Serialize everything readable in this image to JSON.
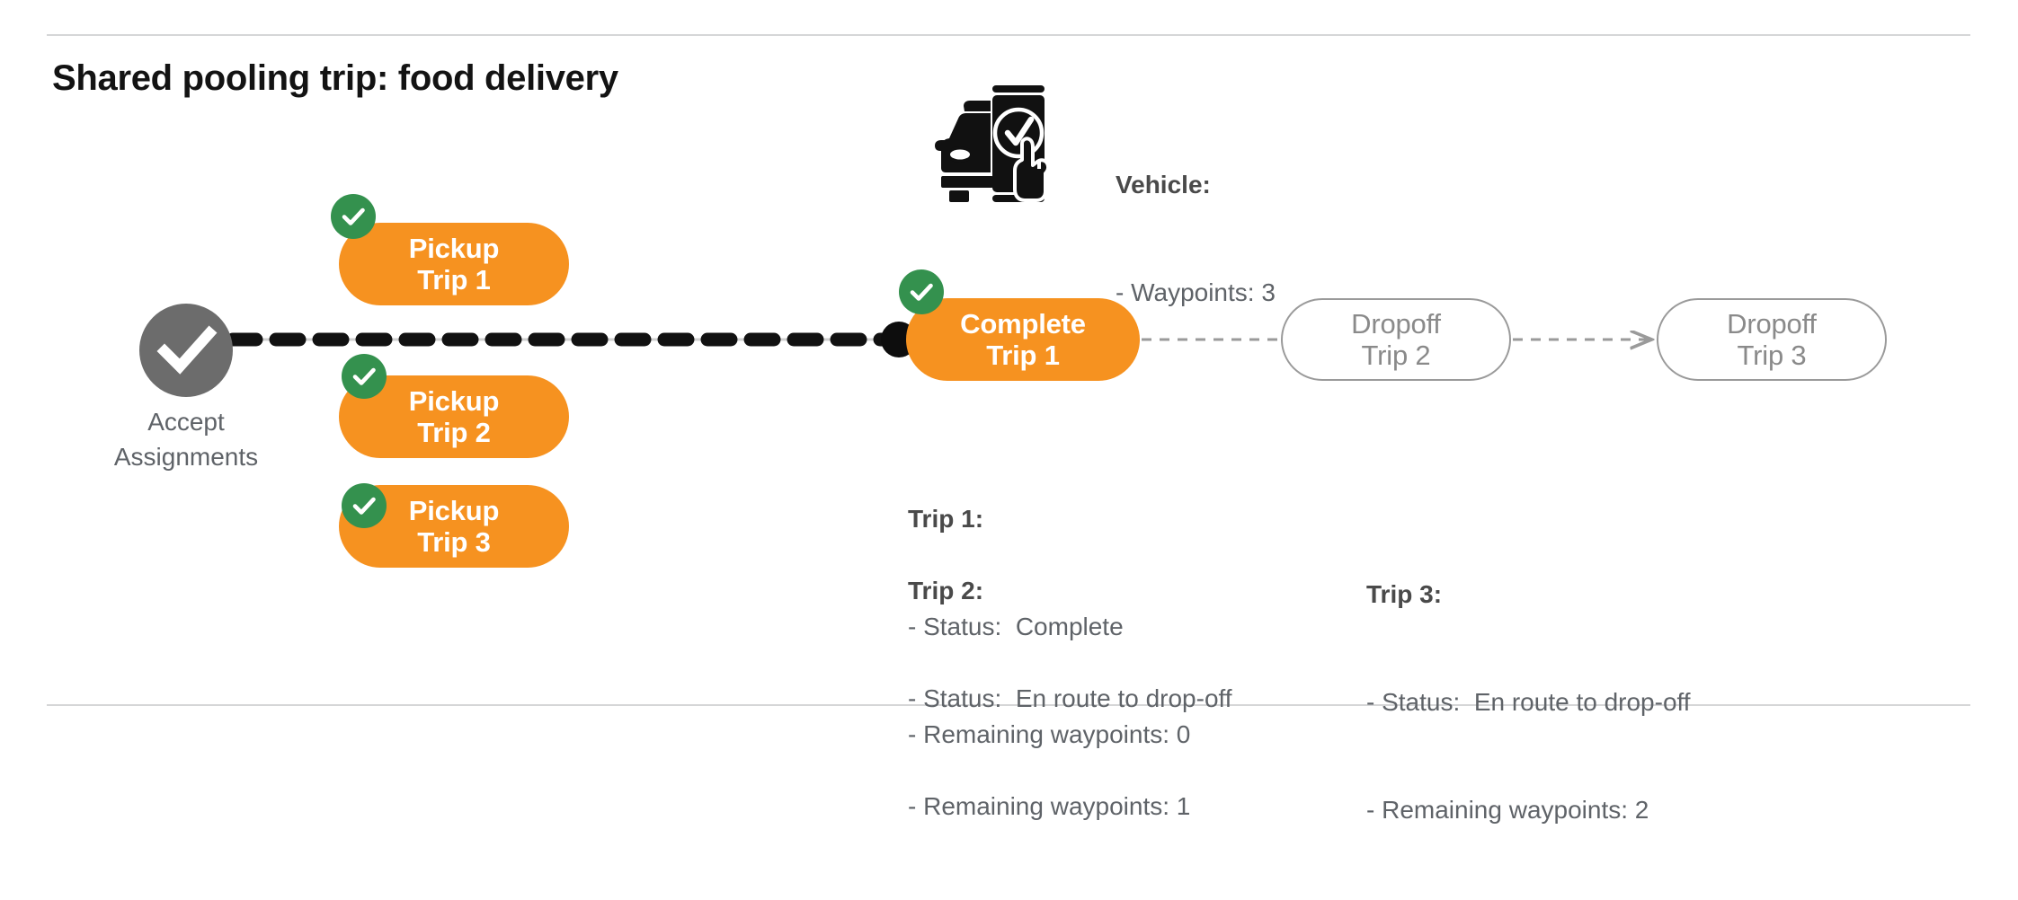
{
  "page": {
    "title": "Shared pooling trip: food delivery",
    "background": "#ffffff",
    "accent_orange": "#F69220",
    "accent_green": "#34914E",
    "node_gray": "#6c6c6c",
    "text_gray": "#5f6368",
    "outline_gray": "#9a9a9a"
  },
  "start_node": {
    "icon": "check-circle-icon",
    "label_line1": "Accept",
    "label_line2": "Assignments"
  },
  "pickup_steps": [
    {
      "name": "pickup-trip-1",
      "line1": "Pickup",
      "line2": "Trip 1",
      "state": "complete",
      "badge": "check-badge-icon"
    },
    {
      "name": "pickup-trip-2",
      "line1": "Pickup",
      "line2": "Trip 2",
      "state": "complete",
      "badge": "check-badge-icon"
    },
    {
      "name": "pickup-trip-3",
      "line1": "Pickup",
      "line2": "Trip 3",
      "state": "complete",
      "badge": "check-badge-icon"
    }
  ],
  "flow_steps": [
    {
      "name": "complete-trip-1",
      "line1": "Complete",
      "line2": "Trip 1",
      "state": "complete",
      "style": "filled",
      "badge": "check-badge-icon"
    },
    {
      "name": "dropoff-trip-2",
      "line1": "Dropoff",
      "line2": "Trip 2",
      "state": "pending",
      "style": "outlined"
    },
    {
      "name": "dropoff-trip-3",
      "line1": "Dropoff",
      "line2": "Trip 3",
      "state": "pending",
      "style": "outlined"
    }
  ],
  "vehicle": {
    "icon": "car-phone-check-icon",
    "heading": "Vehicle",
    "heading_suffix": ":",
    "detail": "- Waypoints: 3"
  },
  "trip_details": [
    {
      "name": "trip-1",
      "heading": "Trip 1",
      "heading_suffix": ":",
      "status_line": "- Status:  Complete",
      "waypoints_line": "- Remaining waypoints: 0"
    },
    {
      "name": "trip-2",
      "heading": "Trip 2",
      "heading_suffix": ":",
      "status_line": "- Status:  En route to drop-off",
      "waypoints_line": "- Remaining waypoints: 1"
    },
    {
      "name": "trip-3",
      "heading": "Trip 3",
      "heading_suffix": ":",
      "status_line": "- Status:  En route to drop-off",
      "waypoints_line": "- Remaining waypoints: 2"
    }
  ]
}
